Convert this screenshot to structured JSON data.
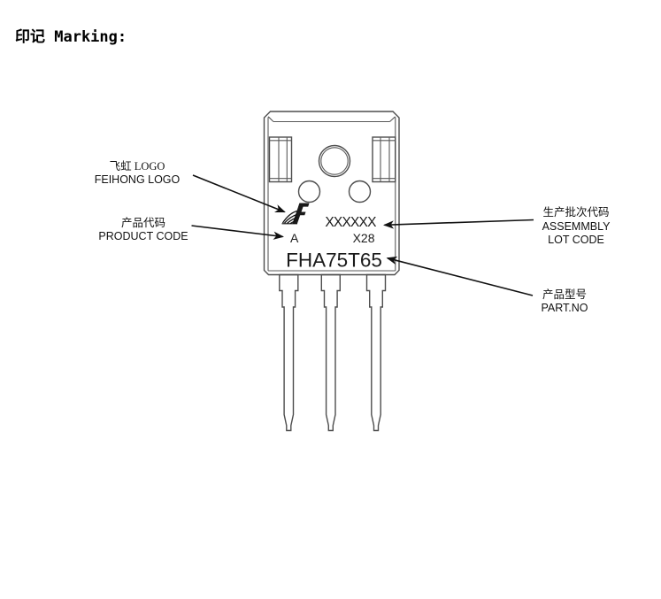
{
  "page": {
    "title": "印记 Marking:"
  },
  "package": {
    "type_hint": "TO-247 outline drawing",
    "marking": {
      "lot_mask": "XXXXXX",
      "product_code": "A",
      "assembly_code": "X28",
      "part_no": "FHA75T65"
    }
  },
  "callouts": {
    "logo": {
      "zh": "飞虹 LOGO",
      "en": "FEIHONG LOGO"
    },
    "product_code": {
      "zh": "产品代码",
      "en": "PRODUCT CODE"
    },
    "lot_code": {
      "zh": "生产批次代码",
      "en_line1": "ASSEMMBLY",
      "en_line2": "LOT CODE"
    },
    "part_no": {
      "zh": "产品型号",
      "en": "PART.NO"
    }
  },
  "colors": {
    "background": "#ffffff",
    "drawing_line": "#4d4d4d",
    "ink": "#1a1a1a"
  }
}
